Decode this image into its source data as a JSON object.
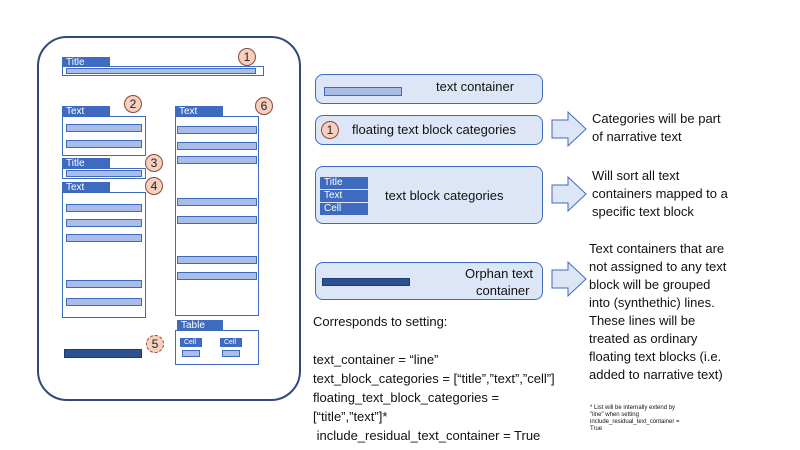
{
  "page_mock": {
    "title_tag": "Title",
    "text_tag_left": "Text",
    "title_tag_small": "Title",
    "text_tag_left2": "Text",
    "text_tag_right": "Text",
    "table_tag": "Table",
    "cell_tag_1": "Cell",
    "cell_tag_2": "Cell",
    "badges": [
      "1",
      "2",
      "3",
      "4",
      "5",
      "6"
    ]
  },
  "legend": {
    "text_container": "text container",
    "floating_badge": "1",
    "floating_label": "floating text block categories",
    "block_tags": [
      "Title",
      "Text",
      "Cell"
    ],
    "block_label": "text block categories",
    "orphan_label_line1": "Orphan text",
    "orphan_label_line2": "container"
  },
  "descriptions": {
    "d1": [
      "Categories will be part",
      "of narrative text"
    ],
    "d2": [
      "Will sort all text",
      "containers mapped to a",
      "specific text block"
    ],
    "d3": [
      "Text containers that are",
      "not assigned to any text",
      "block will be grouped",
      "into (synthethic) lines.",
      "These lines will be",
      "treated as ordinary",
      "floating text blocks (i.e.",
      "added to narrative text)"
    ]
  },
  "settings": {
    "heading": "Corresponds to setting:",
    "lines": [
      "text_container = “line”",
      "text_block_categories = [“title”,”text”,”cell”]",
      "floating_text_block_categories =",
      "[“title”,”text”]*",
      " include_residual_text_container = True"
    ]
  },
  "footnote": [
    "* List will be internally extend by",
    "\"line\" when setting",
    "include_residual_text_container =",
    "True"
  ],
  "colors": {
    "accent": "#3e6bbf",
    "legend_fill": "#dde6f6",
    "badge_fill": "#f6cfbf",
    "dark_line": "#2d4f94"
  }
}
